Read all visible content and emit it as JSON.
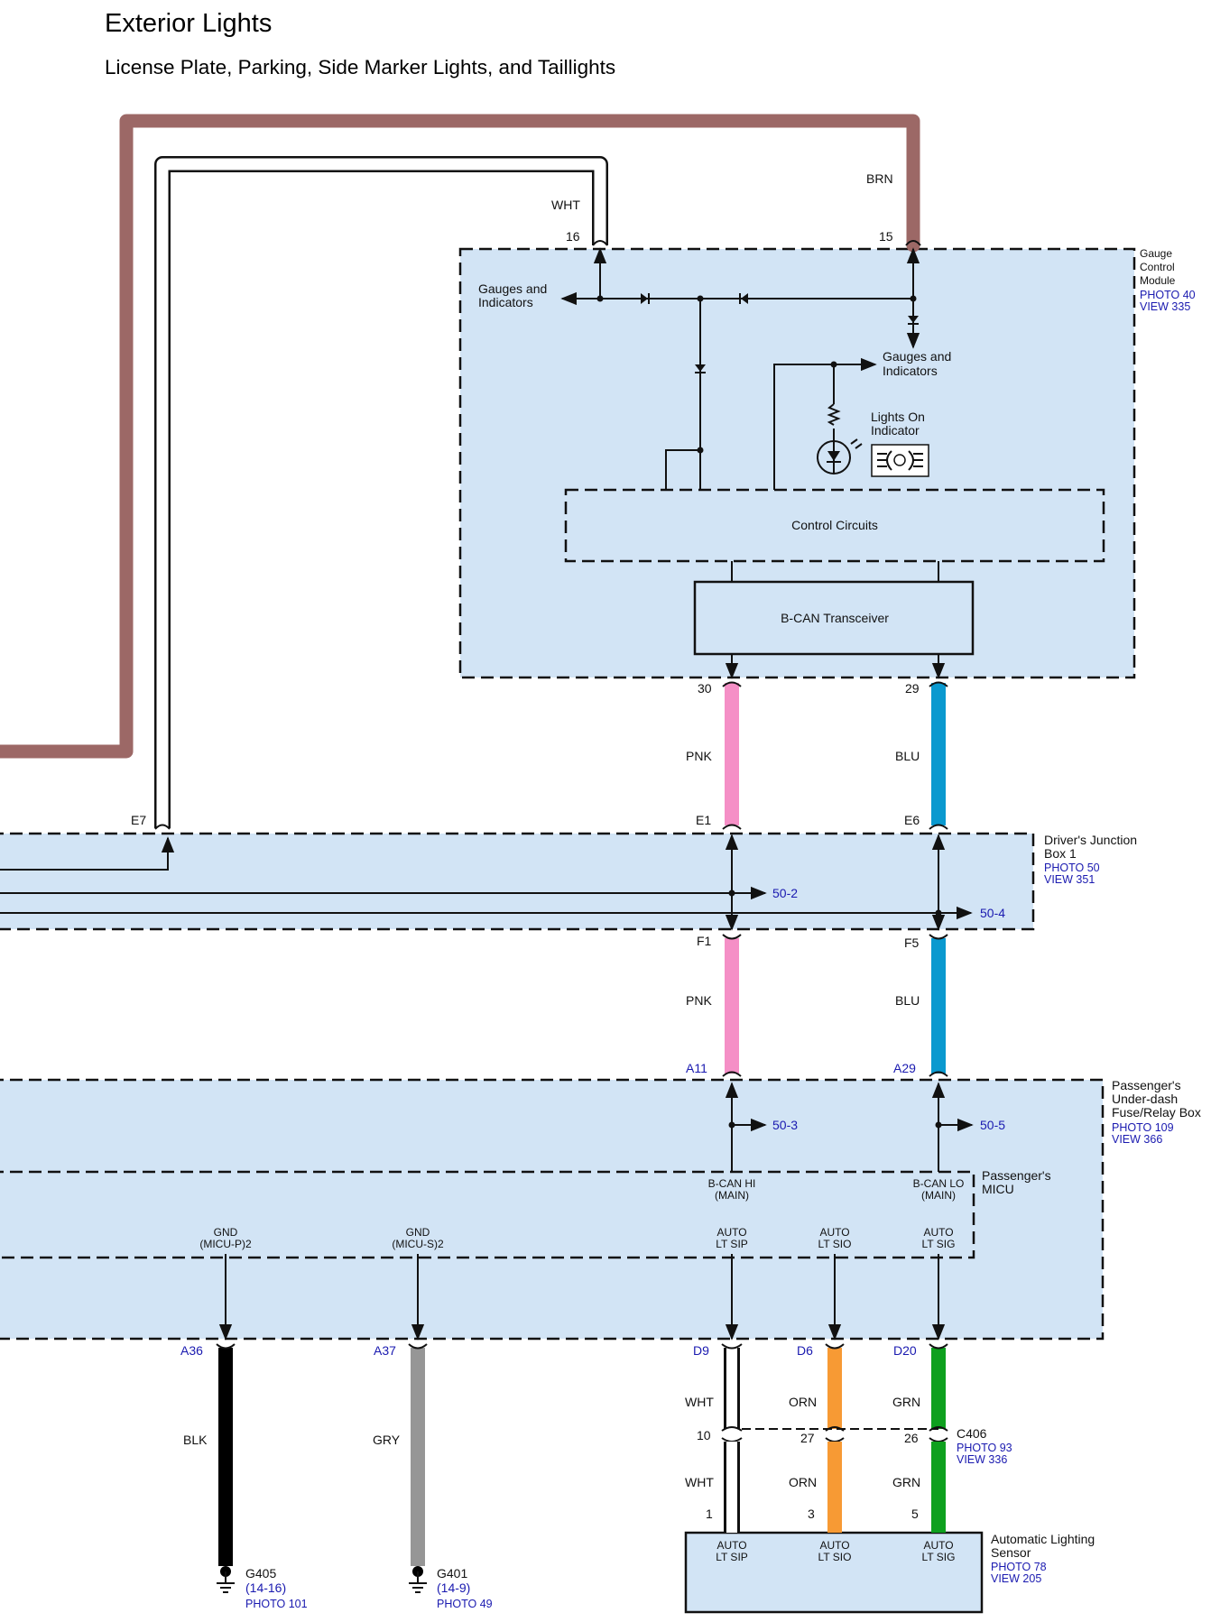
{
  "header": {
    "title": "Exterior Lights",
    "subtitle": "License Plate, Parking, Side Marker Lights, and Taillights"
  },
  "gauge_control_module": {
    "name_lines": [
      "Gauge",
      "Control",
      "Module"
    ],
    "photo": "PHOTO 40",
    "view": "VIEW 335",
    "pin_white": "16",
    "pin_brown": "15",
    "gauges_left_lines": [
      "Gauges and",
      "Indicators"
    ],
    "gauges_right_lines": [
      "Gauges and",
      "Indicators"
    ],
    "lights_on_lines": [
      "Lights On",
      "Indicator"
    ],
    "control_circuits": "Control Circuits",
    "bcan_transceiver": "B-CAN Transceiver",
    "pin_pnk": "30",
    "pin_blu": "29"
  },
  "drivers_junction_box": {
    "name_lines": [
      "Driver's Junction",
      "Box 1"
    ],
    "photo": "PHOTO 50",
    "view": "VIEW 351",
    "pin_e7": "E7",
    "pin_e1": "E1",
    "pin_e6": "E6",
    "pin_f1": "F1",
    "pin_f5": "F5",
    "ref_pnk": "50-2",
    "ref_blu": "50-4"
  },
  "passenger_fuse_box": {
    "name_lines": [
      "Passenger's",
      "Under-dash",
      "Fuse/Relay Box"
    ],
    "photo": "PHOTO 109",
    "view": "VIEW 366",
    "pin_a11": "A11",
    "pin_a29": "A29",
    "ref_pnk": "50-3",
    "ref_blu": "50-5",
    "pin_a36": "A36",
    "pin_a37": "A37",
    "pin_d9": "D9",
    "pin_d6": "D6",
    "pin_d20": "D20"
  },
  "passenger_micu": {
    "name_lines": [
      "Passenger's",
      "MICU"
    ],
    "bcan_hi_lines": [
      "B-CAN HI",
      "(MAIN)"
    ],
    "bcan_lo_lines": [
      "B-CAN LO",
      "(MAIN)"
    ],
    "gnd_p_lines": [
      "GND",
      "(MICU-P)2"
    ],
    "gnd_s_lines": [
      "GND",
      "(MICU-S)2"
    ],
    "sip_lines": [
      "AUTO",
      "LT SIP"
    ],
    "sio_lines": [
      "AUTO",
      "LT SIO"
    ],
    "sig_lines": [
      "AUTO",
      "LT SIG"
    ]
  },
  "wires": {
    "brn": "BRN",
    "wht_top": "WHT",
    "pnk_1": "PNK",
    "blu_1": "BLU",
    "pnk_2": "PNK",
    "blu_2": "BLU",
    "blk": "BLK",
    "gry": "GRY",
    "wht_1": "WHT",
    "orn_1": "ORN",
    "grn_1": "GRN",
    "wht_2": "WHT",
    "orn_2": "ORN",
    "grn_2": "GRN"
  },
  "connector_c406": {
    "name": "C406",
    "photo": "PHOTO 93",
    "view": "VIEW 336",
    "pin_10": "10",
    "pin_27": "27",
    "pin_26": "26"
  },
  "automatic_lighting_sensor": {
    "name_lines": [
      "Automatic Lighting",
      "Sensor"
    ],
    "photo": "PHOTO 78",
    "view": "VIEW 205",
    "pin_1": "1",
    "pin_3": "3",
    "pin_5": "5",
    "sip_lines": [
      "AUTO",
      "LT SIP"
    ],
    "sio_lines": [
      "AUTO",
      "LT SIO"
    ],
    "sig_lines": [
      "AUTO",
      "LT SIG"
    ]
  },
  "grounds": {
    "g405_name": "G405",
    "g405_ref": "(14-16)",
    "g405_photo": "PHOTO 101",
    "g401_name": "G401",
    "g401_ref": "(14-9)",
    "g401_photo": "PHOTO 49"
  },
  "colors": {
    "module_fill": "#d2e4f5",
    "brn": "#9c6866",
    "pnk": "#f58fc6",
    "blu": "#0a99cf",
    "blk": "#000000",
    "gry": "#969696",
    "orn": "#f79a34",
    "grn": "#0ea01e",
    "link": "#1a1ab0"
  }
}
